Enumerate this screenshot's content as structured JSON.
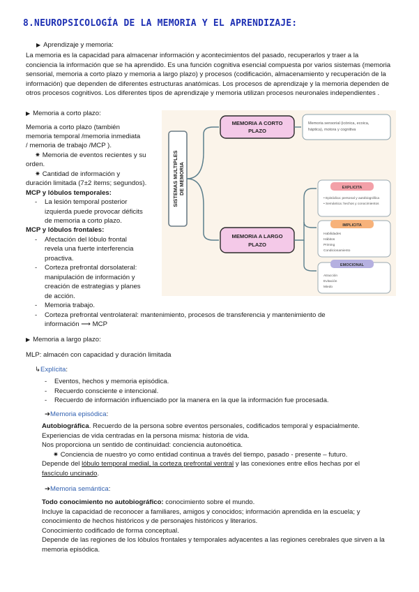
{
  "title": "8.NEUROPSICOLOGÍA DE LA MEMORIA Y EL APRENDIZAJE:",
  "intro": {
    "heading": "Aprendizaje y memoria:",
    "lines": [
      "La memoria es la capacidad para almacenar información y acontecimientos del pasado, recuperarlos y traer a la",
      "conciencia la información que se ha aprendido. Es una función cognitiva esencial compuesta por varios sistemas (memoria",
      "sensorial, memoria a corto plazo y memoria a largo plazo) y procesos (codificación, almacenamiento y recuperación de la",
      "información) que dependen de diferentes estructuras anatómicas. Los procesos de aprendizaje y la memoria dependen de",
      "otros procesos cognitivos. Los diferentes tipos de aprendizaje y memoria utilizan procesos neuronales independientes ."
    ]
  },
  "mcp": {
    "heading": "Memoria a corto plazo:",
    "def_lines": [
      "Memoria a corto plazo (también",
      "memoria temporal /memoria inmediata",
      "/ memoria de trabajo /MCP )."
    ],
    "star": "✷",
    "bullet1_lines": [
      "Memoria de eventos recientes y su",
      "orden."
    ],
    "bullet2_lines": [
      "Cantidad de información y",
      "duración limitada (7±2 ítems; segundos)."
    ],
    "temporal_heading": "MCP y lóbulos temporales",
    "temporal_items": [
      [
        "La lesión temporal posterior",
        "izquierda puede provocar déficits",
        "de memoria a corto plazo."
      ]
    ],
    "frontal_heading": "MCP y lóbulos frontales",
    "frontal_items": [
      [
        "Afectación del lóbulo frontal",
        "revela una fuerte interferencia",
        "proactiva."
      ],
      [
        "Corteza prefrontal dorsolateral:",
        "manipulación de información y",
        "creación de estrategias y planes",
        "de acción."
      ]
    ],
    "extra_items": [
      [
        "Memoria trabajo."
      ],
      [
        "Corteza prefrontal ventrolateral: mantenimiento, procesos de transferencia y mantenimiento de",
        "información ⟶ MCP"
      ]
    ]
  },
  "diagram": {
    "vertical_label_1": "SISTEMAS MULTIPLES",
    "vertical_label_2": "DE MEMORIA",
    "node_corto_1": "MEMORIA A CORTO",
    "node_corto_2": "PLAZO",
    "node_largo_1": "MEMORIA A LARGO",
    "node_largo_2": "PLAZO",
    "corto_detail_1": "Memoria sensorial (icónica, ecoica,",
    "corto_detail_2": "háptica), motora y cognitiva",
    "explicita": "EXPLICITA",
    "explicita_items": [
      "Episódica: personal y autobiográfica",
      "Semántica: hechos y conocimientos"
    ],
    "implicita": "IMPLICITA",
    "implicita_items": [
      "Habilidades",
      "Hábitos",
      "Priming",
      "Condicionamiento"
    ],
    "emocional": "EMOCIONAL",
    "emocional_items": [
      "Atracción",
      "Evitación",
      "Miedo"
    ],
    "colors": {
      "explicita": "#f3a0a8",
      "implicita": "#f7b27a",
      "emocional": "#b5b0e0",
      "node": "#f4c9e8",
      "outline": "#5b7e8c"
    }
  },
  "mlp": {
    "heading": "Memoria a largo plazo:",
    "def": "MLP: almacén con capacidad y duración limitada",
    "arrow": "↳",
    "explicita_label": "Explícita",
    "explicita_items": [
      "Eventos, hechos y memoria episódica.",
      "Recuerdo consciente e intencional.",
      "Recuerdo de información influenciado por la manera en la que la información fue procesada."
    ],
    "episodica_label": "Memoria episódica",
    "epi_bold": "Autobiográfica",
    "epi_line1_rest": ". Recuerdo de la persona sobre eventos personales, codificados temporal y espacialmente.",
    "epi_line2": "Experiencias de vida centradas en la persona misma: historia de vida.",
    "epi_line3": "Nos proporciona un sentido de continuidad: conciencia autonoética.",
    "epi_star_line": "Conciencia de nuestro yo como entidad continua a través del tiempo, pasado - presente – futuro.",
    "epi_dep_a": "Depende del ",
    "epi_dep_u1": "lóbulo temporal medial, la corteza prefrontal ventral",
    "epi_dep_b": " y las conexiones entre ellos hechas por el",
    "epi_dep_u2": "fascículo uncinado",
    "semantica_label": "Memoria semántica",
    "sem_bold": "Todo conocimiento no autobiográfico:",
    "sem_line1_rest": " conocimiento sobre el mundo.",
    "sem_lines": [
      "Incluye la capacidad de reconocer a familiares, amigos y conocidos; información aprendida en la escuela; y",
      "conocimiento de hechos históricos y de personajes históricos y literarios.",
      "Conocimiento codificado de forma conceptual.",
      "Depende de las regiones de los lóbulos frontales y temporales adyacentes a las regiones cerebrales que sirven a la",
      "memoria episódica."
    ]
  }
}
